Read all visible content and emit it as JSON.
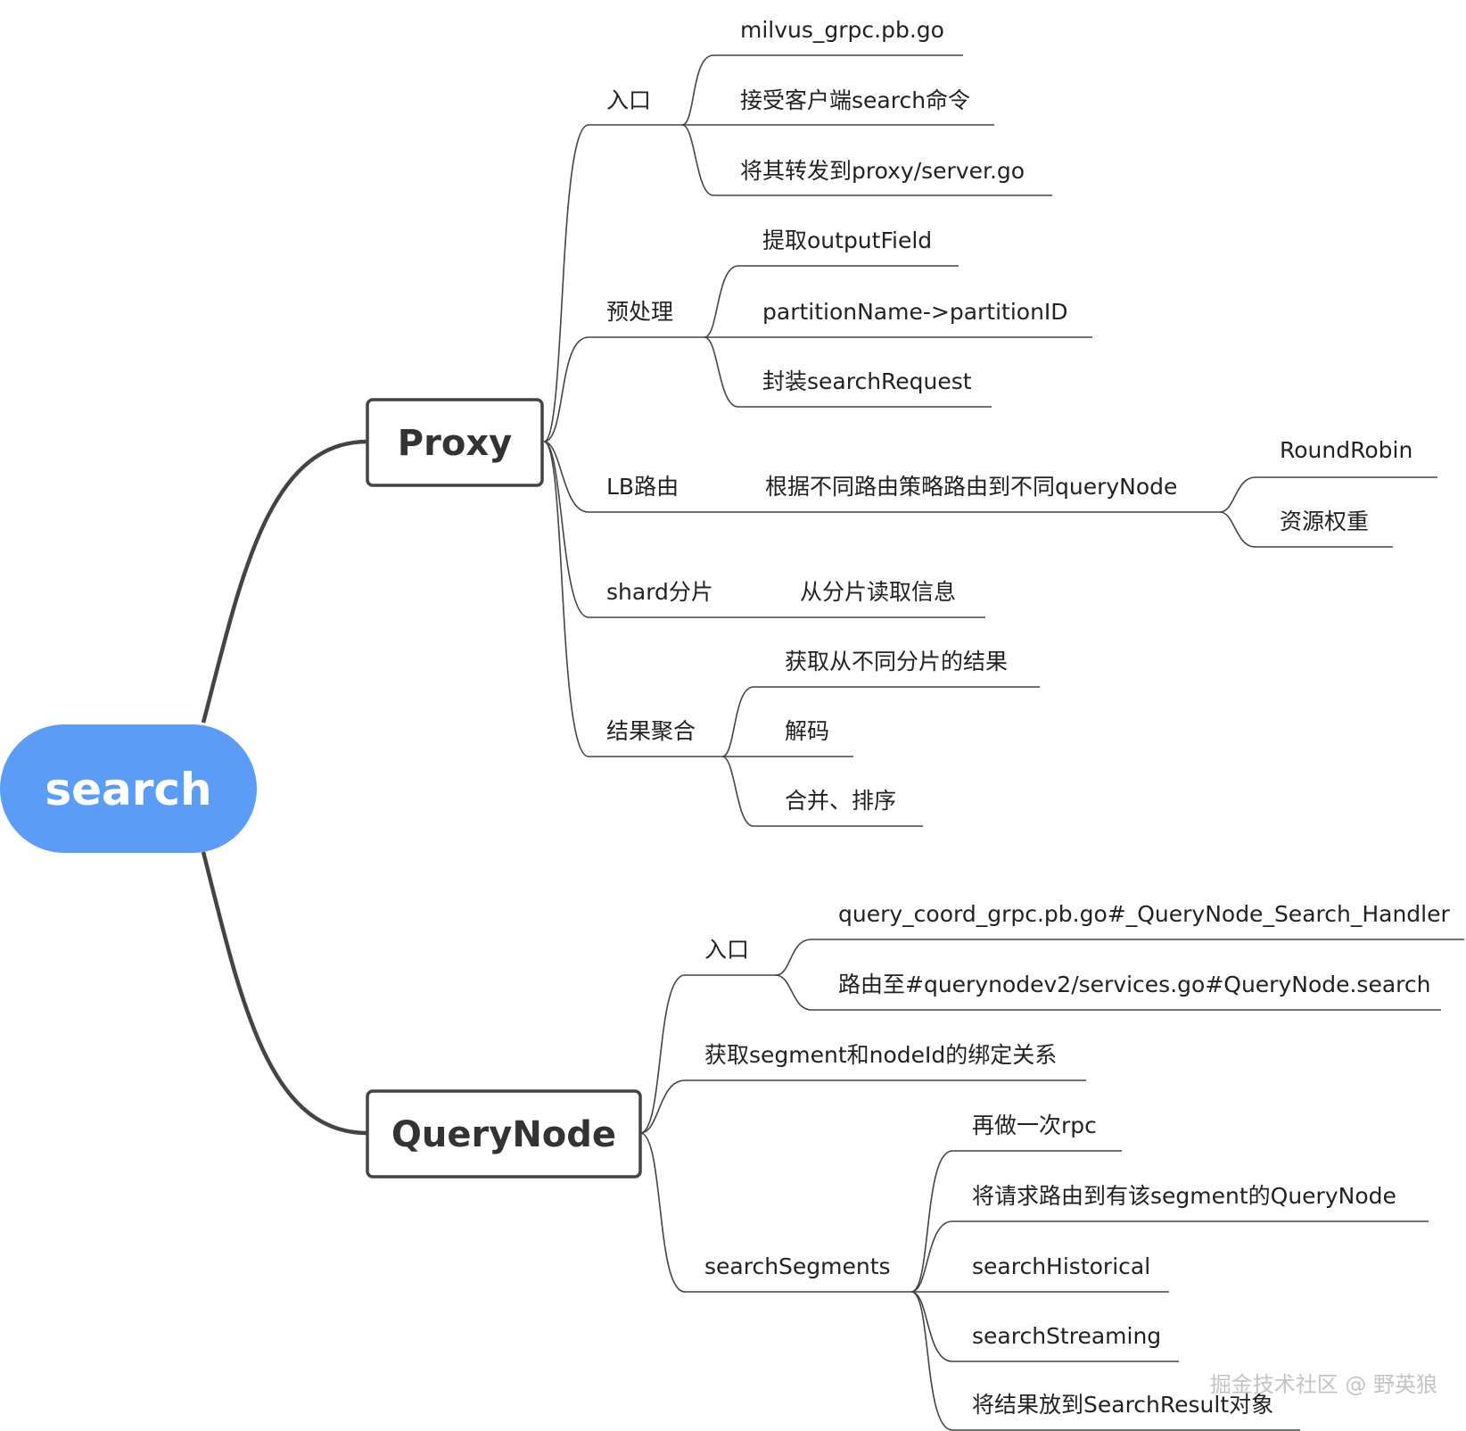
{
  "root": {
    "label": "search",
    "color": "#5b9cf6"
  },
  "proxy": {
    "label": "Proxy",
    "entry": {
      "label": "入口",
      "items": [
        "milvus_grpc.pb.go",
        "接受客户端search命令",
        "将其转发到proxy/server.go"
      ]
    },
    "preprocess": {
      "label": "预处理",
      "items": [
        "提取outputField",
        "partitionName->partitionID",
        "封装searchRequest"
      ]
    },
    "lb": {
      "label": "LB路由",
      "detail": "根据不同路由策略路由到不同queryNode",
      "strategies": [
        "RoundRobin",
        "资源权重"
      ]
    },
    "shard": {
      "label": "shard分片",
      "detail": "从分片读取信息"
    },
    "merge": {
      "label": "结果聚合",
      "items": [
        "获取从不同分片的结果",
        "解码",
        "合并、排序"
      ]
    }
  },
  "querynode": {
    "label": "QueryNode",
    "entry": {
      "label": "入口",
      "items": [
        "query_coord_grpc.pb.go#_QueryNode_Search_Handler",
        "路由至#querynodev2/services.go#QueryNode.search"
      ]
    },
    "binding": {
      "label": "获取segment和nodeId的绑定关系"
    },
    "segments": {
      "label": "searchSegments",
      "items": [
        "再做一次rpc",
        "将请求路由到有该segment的QueryNode",
        "searchHistorical",
        "searchStreaming",
        "将结果放到SearchResult对象"
      ]
    }
  },
  "watermark": "掘金技术社区 @ 野英狼"
}
